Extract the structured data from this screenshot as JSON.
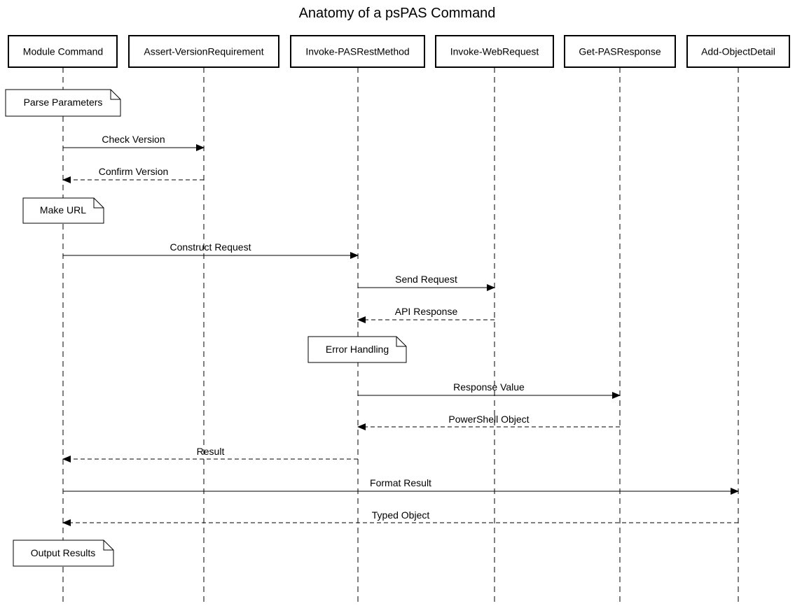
{
  "diagram": {
    "title": "Anatomy of a psPAS Command",
    "participants": [
      {
        "id": "module",
        "label": "Module Command"
      },
      {
        "id": "assert",
        "label": "Assert-VersionRequirement"
      },
      {
        "id": "invoke_pas",
        "label": "Invoke-PASRestMethod"
      },
      {
        "id": "invoke_web",
        "label": "Invoke-WebRequest"
      },
      {
        "id": "get_resp",
        "label": "Get-PASResponse"
      },
      {
        "id": "add_obj",
        "label": "Add-ObjectDetail"
      }
    ],
    "events": [
      {
        "kind": "note",
        "on": "module",
        "text": "Parse Parameters"
      },
      {
        "kind": "message",
        "from": "module",
        "to": "assert",
        "label": "Check Version",
        "style": "solid"
      },
      {
        "kind": "message",
        "from": "assert",
        "to": "module",
        "label": "Confirm Version",
        "style": "dashed"
      },
      {
        "kind": "note",
        "on": "module",
        "text": "Make URL"
      },
      {
        "kind": "message",
        "from": "module",
        "to": "invoke_pas",
        "label": "Construct Request",
        "style": "solid"
      },
      {
        "kind": "message",
        "from": "invoke_pas",
        "to": "invoke_web",
        "label": "Send Request",
        "style": "solid"
      },
      {
        "kind": "message",
        "from": "invoke_web",
        "to": "invoke_pas",
        "label": "API Response",
        "style": "dashed"
      },
      {
        "kind": "note",
        "on": "invoke_pas",
        "text": "Error Handling"
      },
      {
        "kind": "message",
        "from": "invoke_pas",
        "to": "get_resp",
        "label": "Response Value",
        "style": "solid"
      },
      {
        "kind": "message",
        "from": "get_resp",
        "to": "invoke_pas",
        "label": "PowerShell Object",
        "style": "dashed"
      },
      {
        "kind": "message",
        "from": "invoke_pas",
        "to": "module",
        "label": "Result",
        "style": "dashed"
      },
      {
        "kind": "message",
        "from": "module",
        "to": "add_obj",
        "label": "Format Result",
        "style": "solid"
      },
      {
        "kind": "message",
        "from": "add_obj",
        "to": "module",
        "label": "Typed Object",
        "style": "dashed"
      },
      {
        "kind": "note",
        "on": "module",
        "text": "Output Results"
      }
    ]
  }
}
